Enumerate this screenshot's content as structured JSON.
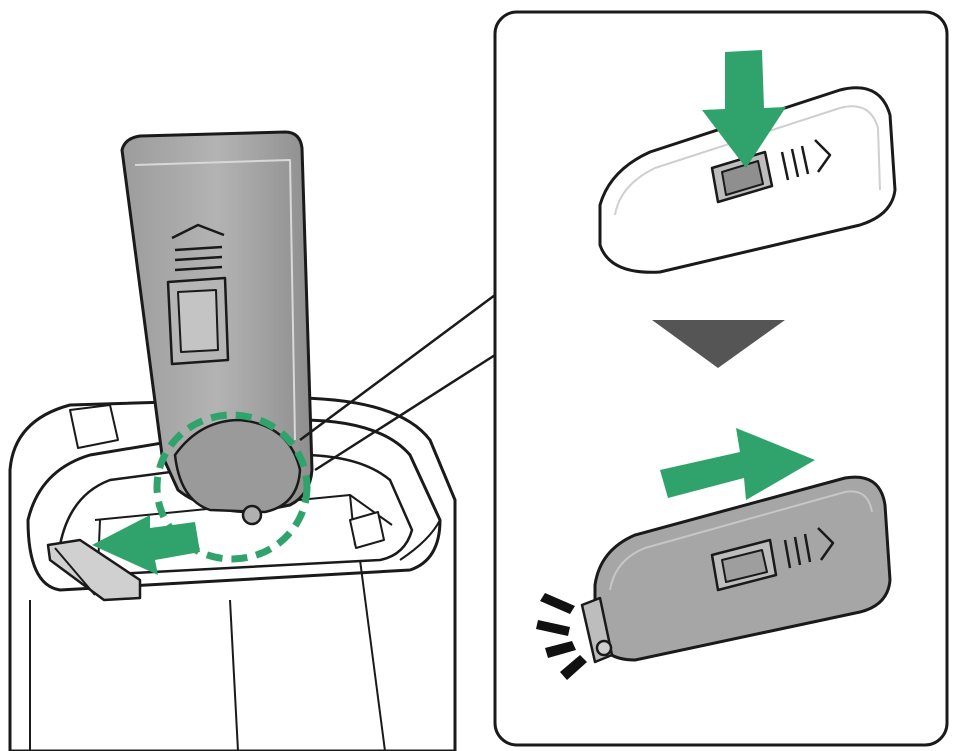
{
  "diagram": {
    "kind": "battery-cover-installation-illustration",
    "panels": [
      {
        "id": "main",
        "name": "camera-body-with-open-battery-cover"
      },
      {
        "id": "detail-step-1",
        "name": "press-latch-down"
      },
      {
        "id": "detail-step-2",
        "name": "slide-latch-closed"
      }
    ],
    "icons": [
      "arrow-left-icon",
      "arrow-down-icon",
      "arrow-right-icon",
      "triangle-down-icon",
      "click-marks-icon"
    ],
    "colors": {
      "accent_green": "#2fa36b",
      "cover_gray": "#a6a6a6",
      "cover_dark": "#7d7d7d",
      "outline": "#1a1a1a",
      "body_white": "#ffffff",
      "triangle": "#555555"
    }
  }
}
